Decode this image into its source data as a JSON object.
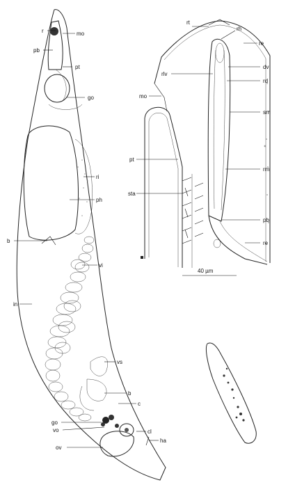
{
  "figure": {
    "left_labels": {
      "r": "r",
      "mo": "mo",
      "pb": "pb",
      "pt": "pt",
      "go": "go",
      "ri": "ri",
      "ph": "ph",
      "b": "b",
      "vi": "vi",
      "in": "in",
      "vs": "vs",
      "b2": "b",
      "c": "c",
      "go2": "go",
      "vo": "vo",
      "cl": "cl",
      "ov": "ov",
      "ha": "ha"
    },
    "right_labels": {
      "rt": "rt",
      "rh": "rh",
      "re": "re",
      "dv": "dv",
      "rd": "rd",
      "rlv": "rlv",
      "mo": "mo",
      "sm": "sm",
      "pt": "pt",
      "rm": "rm",
      "sta": "sta",
      "pb": "pb",
      "re2": "re"
    },
    "scale_bar": "40 µm"
  }
}
